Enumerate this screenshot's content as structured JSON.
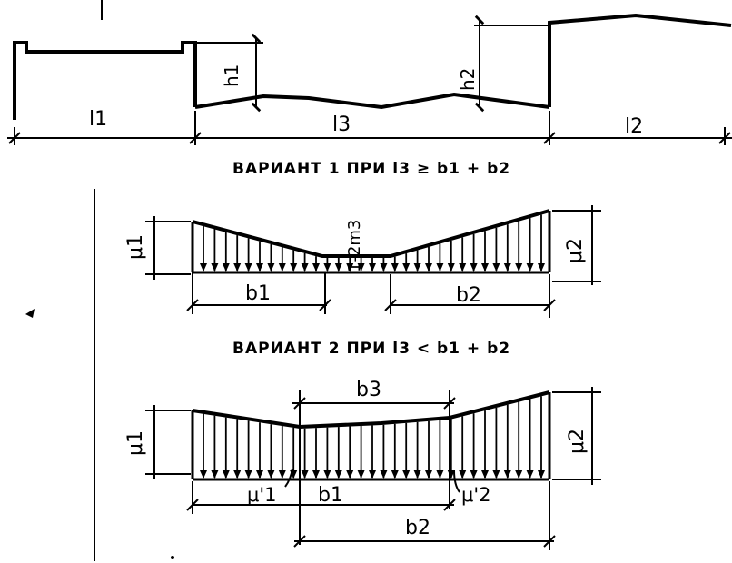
{
  "profile": {
    "l1": "l1",
    "l3": "l3",
    "l2": "l2",
    "h1": "h1",
    "h2": "h2"
  },
  "variant1": {
    "caption": "ВАРИАНТ 1 ПРИ l3 ≥ b1 + b2",
    "mu1": "μ1",
    "mu2": "μ2",
    "b1": "b1",
    "b2": "b2",
    "mid": "1-2m3"
  },
  "variant2": {
    "caption": "ВАРИАНТ 2 ПРИ l3 < b1 + b2",
    "mu1": "μ1",
    "mu2": "μ2",
    "b3": "b3",
    "b1": "b1",
    "b2": "b2",
    "mu1p": "μ'1",
    "mu2p": "μ'2"
  }
}
